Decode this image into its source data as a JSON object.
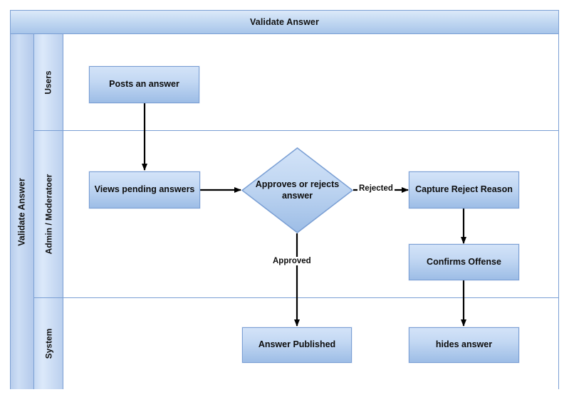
{
  "diagram": {
    "type": "bpmn-swimlane-flowchart",
    "pool": {
      "title": "Validate Answer",
      "side_label": "Validate Answer"
    },
    "lanes": [
      {
        "id": "users",
        "label": "Users"
      },
      {
        "id": "admin",
        "label": "Admin / Moderatoer"
      },
      {
        "id": "system",
        "label": "System"
      }
    ],
    "nodes": [
      {
        "id": "posts-an-answer",
        "label": "Posts an answer",
        "shape": "task",
        "lane": "users"
      },
      {
        "id": "views-pending",
        "label": "Views pending answers",
        "shape": "task",
        "lane": "admin"
      },
      {
        "id": "approves-or-rejects",
        "label": "Approves or rejects answer",
        "shape": "gateway",
        "lane": "admin"
      },
      {
        "id": "capture-reject",
        "label": "Capture Reject Reason",
        "shape": "task",
        "lane": "admin"
      },
      {
        "id": "confirms-offense",
        "label": "Confirms Offense",
        "shape": "task",
        "lane": "admin"
      },
      {
        "id": "answer-published",
        "label": "Answer Published",
        "shape": "task",
        "lane": "system"
      },
      {
        "id": "hides-answer",
        "label": "hides answer",
        "shape": "task",
        "lane": "system"
      }
    ],
    "edges": [
      {
        "from": "posts-an-answer",
        "to": "views-pending",
        "label": ""
      },
      {
        "from": "views-pending",
        "to": "approves-or-rejects",
        "label": ""
      },
      {
        "from": "approves-or-rejects",
        "to": "capture-reject",
        "label": "Rejected"
      },
      {
        "from": "approves-or-rejects",
        "to": "answer-published",
        "label": "Approved"
      },
      {
        "from": "capture-reject",
        "to": "confirms-offense",
        "label": ""
      },
      {
        "from": "confirms-offense",
        "to": "hides-answer",
        "label": ""
      }
    ],
    "labels": {
      "rejected": "Rejected",
      "approved": "Approved"
    },
    "colors": {
      "border": "#7a9fd4",
      "node_fill_top": "#d3e3f8",
      "node_fill_bottom": "#9dbde6",
      "lane_header": "#cddef5",
      "pool_header": "#c3d9f2",
      "connector": "#000000",
      "canvas": "#ffffff"
    }
  }
}
